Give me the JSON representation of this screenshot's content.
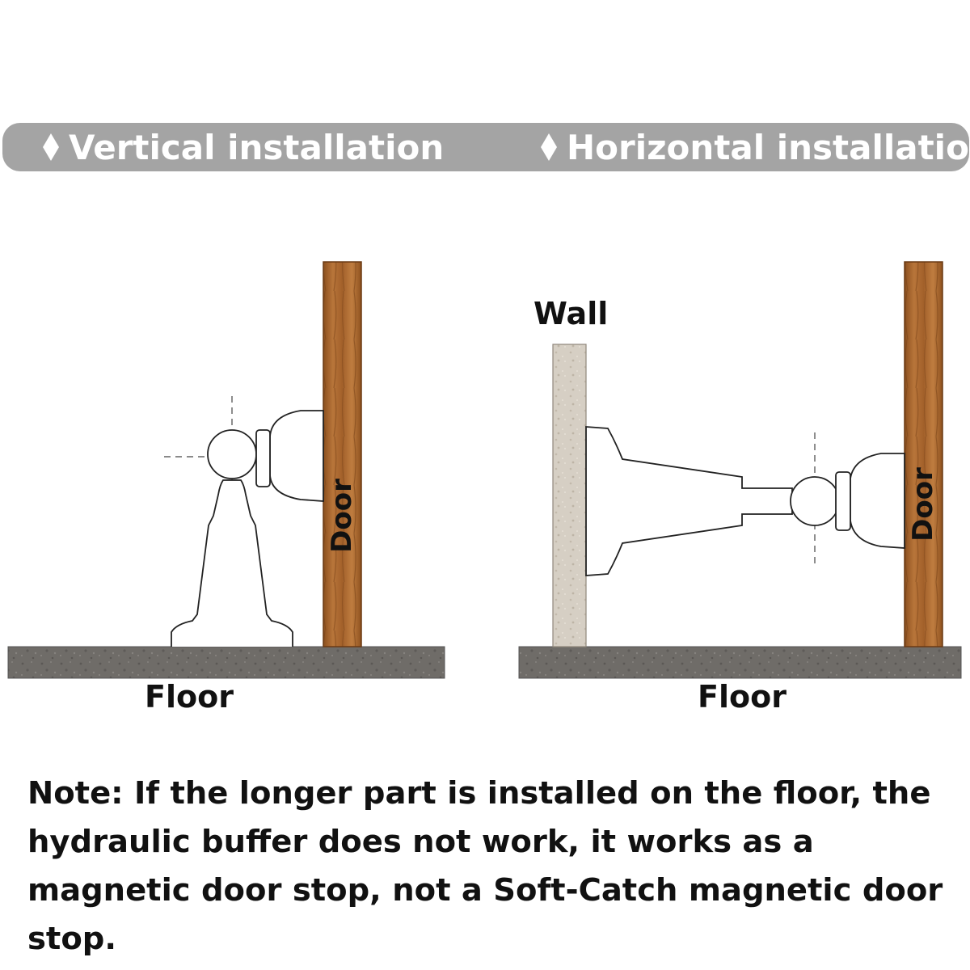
{
  "header": {
    "left_title": "Vertical installation",
    "right_title": "Horizontal installation",
    "bullet_icon": "diamond-icon"
  },
  "vertical": {
    "floor_label": "Floor",
    "door_label": "Door"
  },
  "horizontal": {
    "wall_label": "Wall",
    "floor_label": "Floor",
    "door_label": "Door"
  },
  "note": {
    "text": "Note: If the longer part is installed on the floor, the hydraulic buffer does not work, it works as a magnetic door stop, not a Soft-Catch magnetic door stop."
  },
  "colors": {
    "header_bg": "#a4a4a4",
    "door_wood": "#a8642a",
    "floor_concrete": "#6f6c68",
    "wall": "#d9d2c8"
  }
}
